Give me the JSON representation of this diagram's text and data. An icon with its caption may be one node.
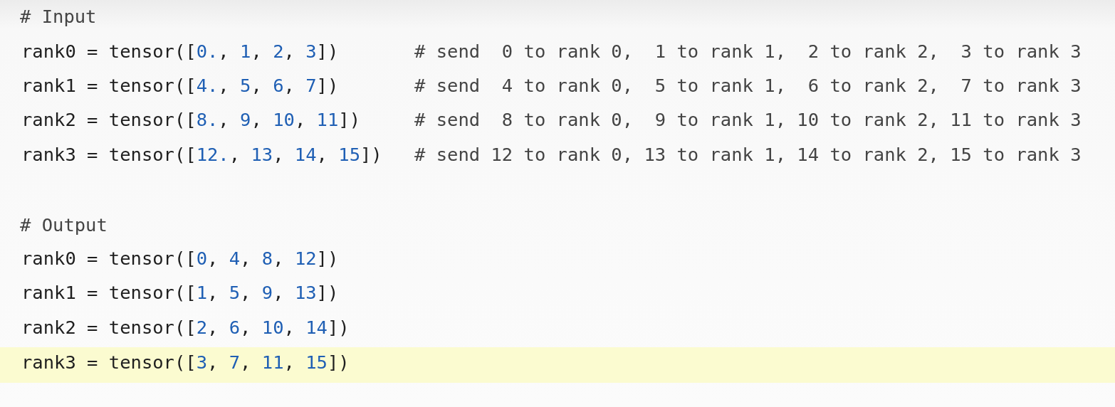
{
  "diagram": {
    "labels": [
      "# Input",
      "rank0 = tensor([0., 1, 2, 3])",
      "# send  0 to rank 0,  1 to rank 1,  2 to rank 2,  3 to rank 3",
      "rank1 = tensor([4., 5, 6, 7])",
      "# send  4 to rank 0,  5 to rank 1,  6 to rank 2,  7 to rank 3",
      "rank2 = tensor([8., 9, 10, 11])",
      "# send  8 to rank 0,  9 to rank 1, 10 to rank 2, 11 to rank 3",
      "rank3 = tensor([12., 13, 14, 15])",
      "# send 12 to rank 0, 13 to rank 1, 14 to rank 2, 15 to rank 3",
      "# Output",
      "rank0 = tensor([0, 4, 8, 12])",
      "rank1 = tensor([1, 5, 9, 13])",
      "rank2 = tensor([2, 6, 10, 14])",
      "rank3 = tensor([3, 7, 11, 15])"
    ]
  }
}
